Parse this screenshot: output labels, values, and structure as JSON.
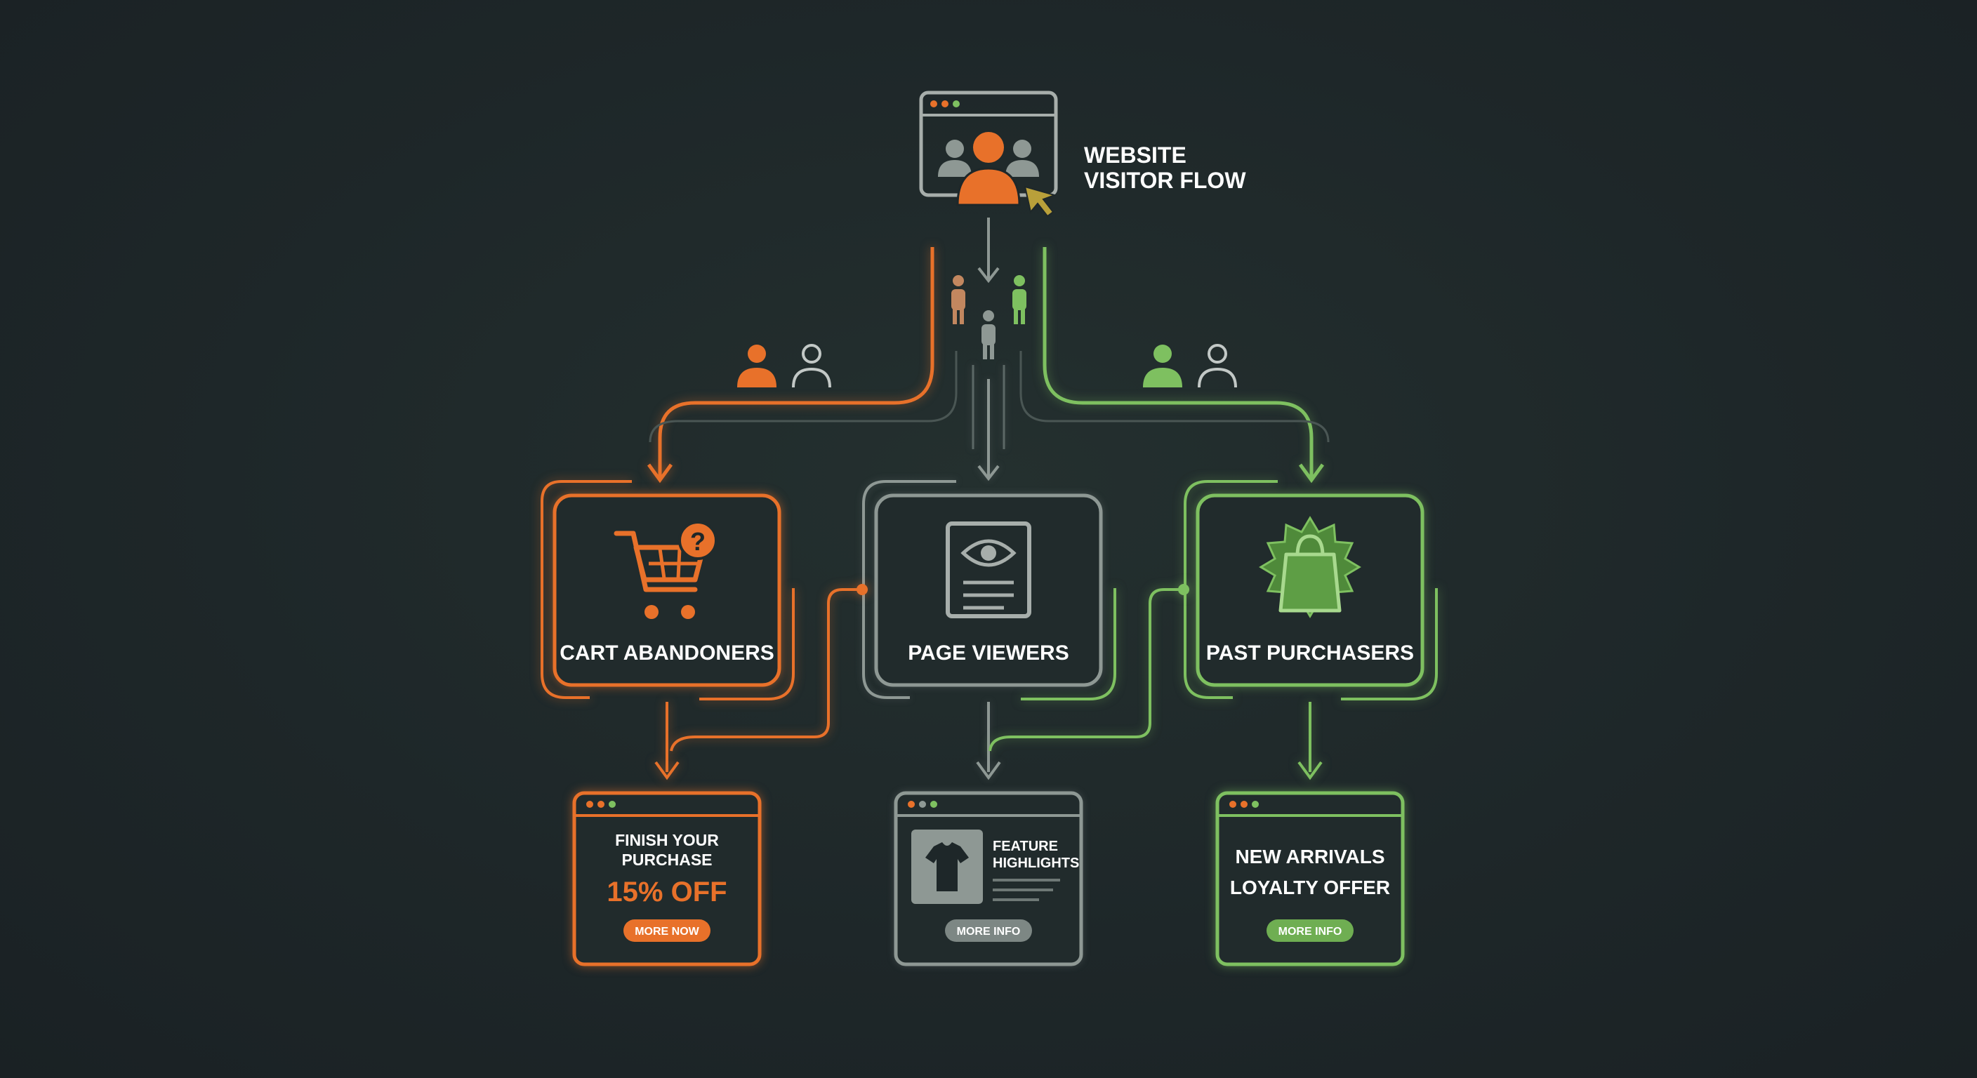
{
  "header": {
    "title_line1": "WEBSITE",
    "title_line2": "VISITOR FLOW"
  },
  "segments": [
    {
      "label": "CART ABANDONERS",
      "icon": "shopping-cart-question-icon",
      "color": "#e8712a"
    },
    {
      "label": "PAGE VIEWERS",
      "icon": "document-eye-icon",
      "color": "#8e9894"
    },
    {
      "label": "PAST PURCHASERS",
      "icon": "shopping-bag-badge-icon",
      "color": "#7ec060"
    }
  ],
  "ads": {
    "cart": {
      "line1": "FINISH YOUR",
      "line2": "PURCHASE",
      "offer": "15% OFF",
      "button": "MORE NOW"
    },
    "viewers": {
      "line1": "FEATURE",
      "line2": "HIGHLIGHTS",
      "button": "MORE INFO",
      "icon": "tshirt-icon"
    },
    "purchasers": {
      "line1": "NEW ARRIVALS",
      "line2": "LOYALTY OFFER",
      "button": "MORE INFO"
    }
  },
  "colors": {
    "background": "#1e2729",
    "orange": "#e8712a",
    "gray": "#8e9894",
    "green": "#7ec060",
    "white": "#ffffff"
  }
}
